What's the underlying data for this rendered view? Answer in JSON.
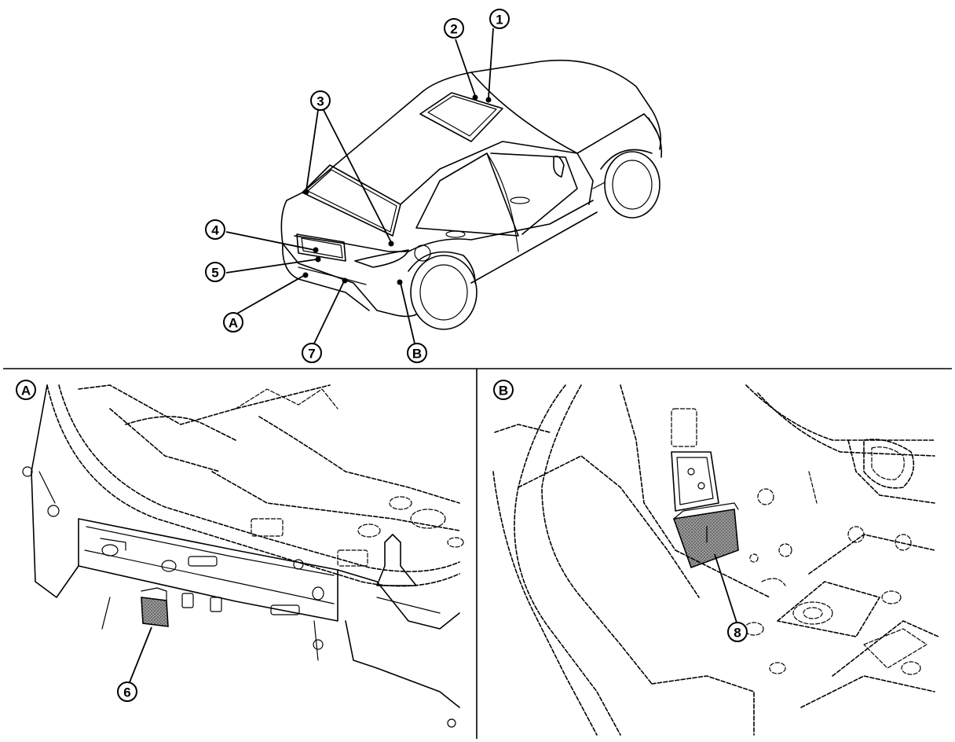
{
  "overview": {
    "callouts": [
      {
        "id": "c1",
        "label": "1"
      },
      {
        "id": "c2",
        "label": "2"
      },
      {
        "id": "c3",
        "label": "3"
      },
      {
        "id": "c4",
        "label": "4"
      },
      {
        "id": "c5",
        "label": "5"
      },
      {
        "id": "cA",
        "label": "A"
      },
      {
        "id": "c7",
        "label": "7"
      },
      {
        "id": "cB",
        "label": "B"
      }
    ]
  },
  "detail_a": {
    "view_label": "A",
    "callout_label": "6"
  },
  "detail_b": {
    "view_label": "B",
    "callout_label": "8"
  },
  "colors": {
    "line": "#000000",
    "background": "#ffffff",
    "shade": "#8a8a8a"
  },
  "icons": [
    "car-rear-quarter-illustration",
    "rear-bumper-reinforcement-illustration",
    "rear-side-floor-illustration"
  ]
}
